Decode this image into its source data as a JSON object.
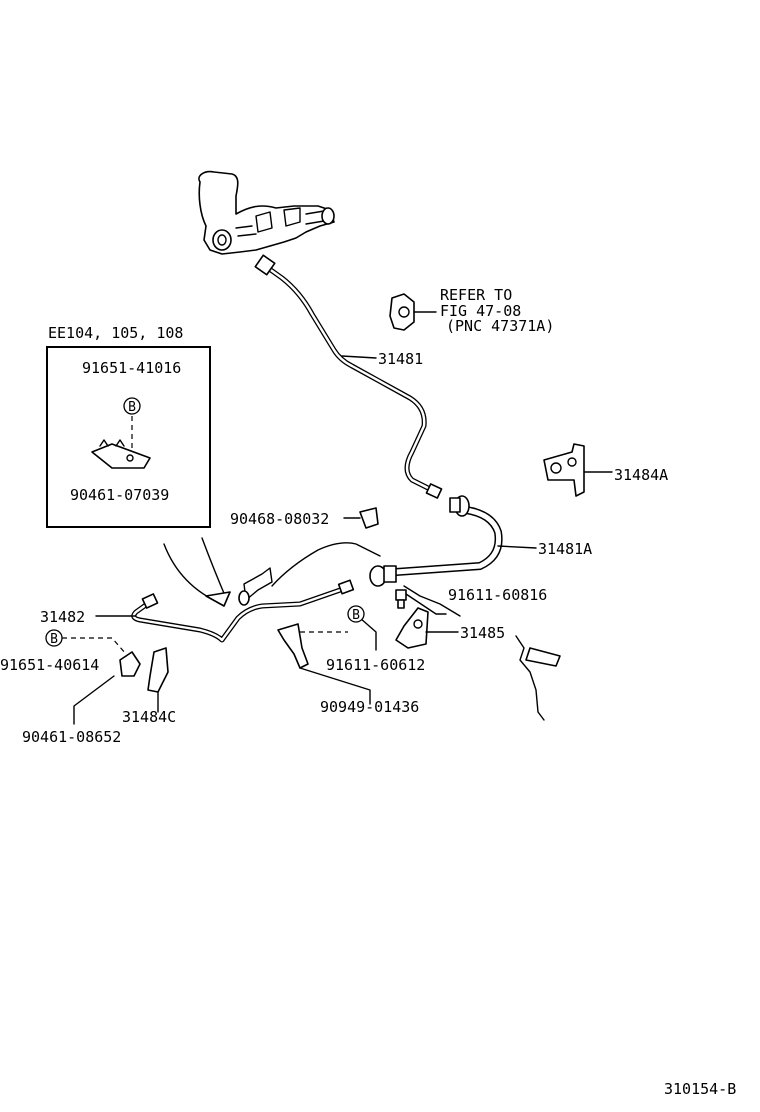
{
  "labels": {
    "p31481": "31481",
    "p31481a": "31481A",
    "p31482": "31482",
    "p31484a": "31484A",
    "p31484c": "31484C",
    "p31485": "31485",
    "p90468_08032": "90468-08032",
    "p91611_60816": "91611-60816",
    "p91611_60612": "91611-60612",
    "p90949_01436": "90949-01436",
    "p91651_40614": "91651-40614",
    "p90461_08652": "90461-08652",
    "refer_line1": "REFER TO",
    "refer_line2": "FIG 47-08",
    "refer_line3": "(PNC 47371A)",
    "diagram_code": "310154-B"
  },
  "inset": {
    "title": "EE104, 105, 108",
    "part_top": "91651-41016",
    "part_bottom": "90461-07039"
  },
  "markers": {
    "b": "B"
  }
}
